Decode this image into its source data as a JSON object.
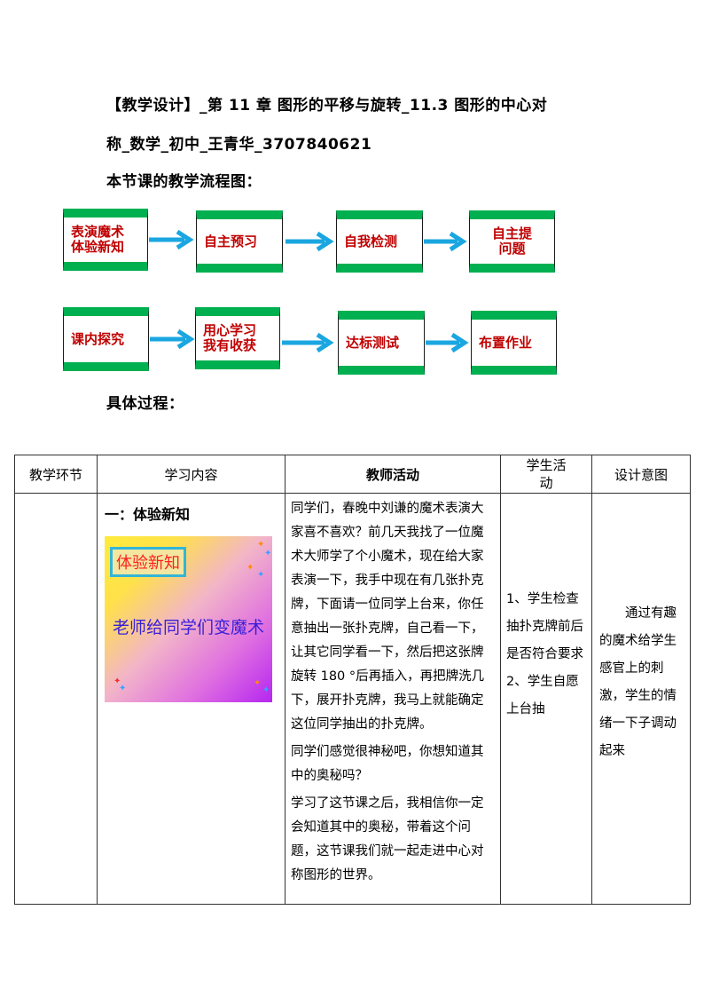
{
  "doc": {
    "title_line1": "【教学设计】_第 11 章   图形的平移与旋转_11.3   图形的中心对",
    "title_line2": "称_数学_初中_王青华_3707840621",
    "flow_heading": "本节课的教学流程图：",
    "process_heading": "具体过程："
  },
  "flow": {
    "row1": [
      "表演魔术\n体验新知",
      "自主预习",
      "自我检测",
      "自主提\n问题"
    ],
    "row2": [
      "课内探究",
      "用心学习\n我有收获",
      "达标测试",
      "布置作业"
    ],
    "colors": {
      "box_border_top_bottom": "#00b050",
      "box_text": "#c00000",
      "arrow": "#1aa6e0"
    }
  },
  "table": {
    "headers": [
      "教学环节",
      "学习内容",
      "教师活动",
      "学生活\n动",
      "设计意图"
    ],
    "row1": {
      "stage": "",
      "content_heading": "一：体验新知",
      "image_tag": "体验新知",
      "image_caption": "老师给同学们变魔术",
      "teacher_p1": "同学们，春晚中刘谦的魔术表演大家喜不喜欢？前几天我找了一位魔术大师学了个小魔术，现在给大家表演一下，我手中现在有几张扑克牌，下面请一位同学上台来，你任意抽出一张扑克牌，自己看一下，让其它同学看一下，然后把这张牌旋转 180 °后再插入，再把牌洗几下，展开扑克牌，我马上就能确定这位同学抽出的扑克牌。",
      "teacher_p2": "同学们感觉很神秘吧，你想知道其中的奥秘吗？",
      "teacher_p3": "学习了这节课之后，我相信你一定会知道其中的奥秘，带着这个问题，这节课我们就一起走进中心对称图形的世界。",
      "student_activity": "1、学生检查抽扑克牌前后是否符合要求\n2、学生自愿上台抽",
      "design_intent": "通过有趣的魔术给学生感官上的刺激，学生的情绪一下子调动起来"
    }
  }
}
